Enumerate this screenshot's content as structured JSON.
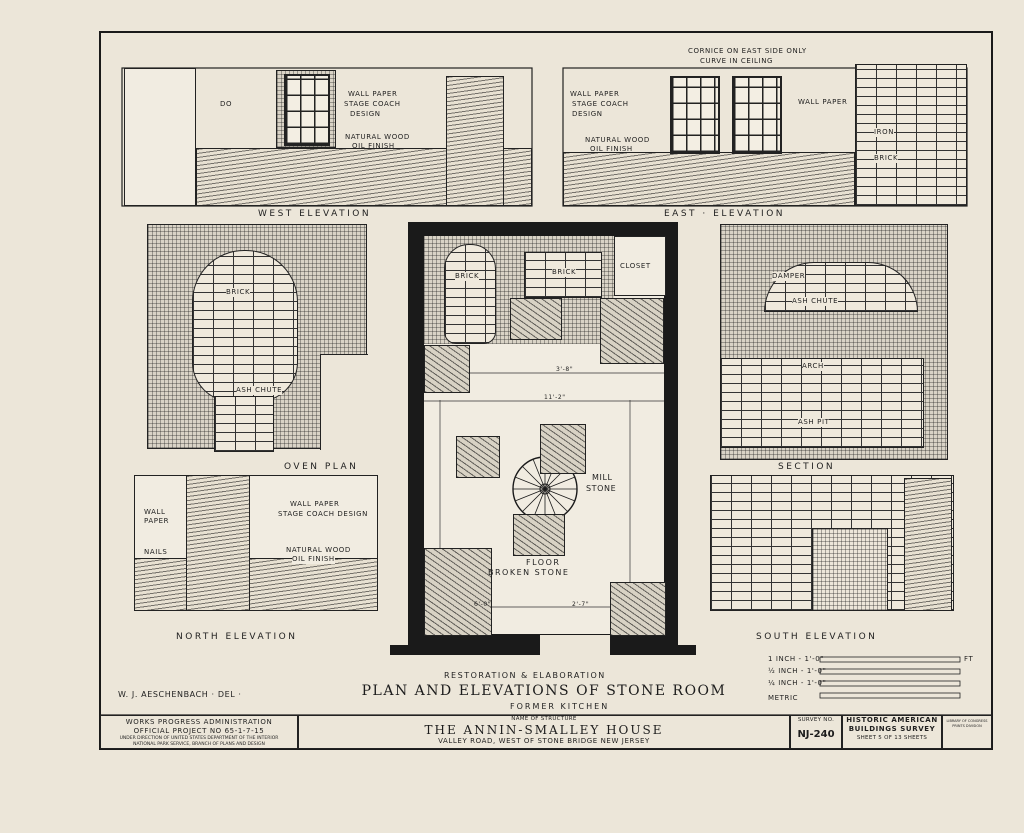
{
  "sheet": {
    "title_prefix": "Restoration & Elaboration",
    "title": "Plan and Elevations of Stone Room",
    "subtitle": "Former Kitchen",
    "drafter": "W. J. Aeschenbach · Del ·"
  },
  "views": {
    "west": {
      "title": "West Elevation",
      "notes": [
        "Do",
        "Wall Paper",
        "Stage Coach",
        "Design",
        "Natural Wood",
        "Oil Finish"
      ]
    },
    "east": {
      "title": "East · Elevation",
      "notes": [
        "Cornice on east side only",
        "Curve in ceiling",
        "Wall Paper",
        "Stage Coach",
        "Design",
        "Natural Wood",
        "Oil Finish",
        "Wall Paper",
        "Iron",
        "Brick"
      ]
    },
    "oven_plan": {
      "title": "Oven Plan",
      "notes": [
        "Brick",
        "Ash Chute"
      ]
    },
    "plan": {
      "notes": [
        "Brick",
        "Brick",
        "Closet",
        "Mill",
        "Stone",
        "Floor",
        "Broken Stone"
      ],
      "dims": [
        "3'-8\"",
        "11'-2\"",
        "6'-0\"",
        "2'-7\""
      ]
    },
    "section": {
      "title": "Section",
      "notes": [
        "Damper",
        "Ash Chute",
        "Arch",
        "Ash Pit"
      ]
    },
    "north": {
      "title": "North Elevation",
      "notes": [
        "Wall",
        "Paper",
        "Nails",
        "Wall Paper",
        "Stage Coach Design",
        "Natural Wood",
        "Oil Finish"
      ]
    },
    "south": {
      "title": "South Elevation"
    }
  },
  "scale": {
    "rows": [
      "1 Inch - 1'-0\"",
      "½ Inch - 1'-0\"",
      "¼ Inch - 1'-0\"",
      "Metric"
    ],
    "unit": "FT"
  },
  "title_block": {
    "agency_line1": "Works Progress Administration",
    "agency_line2": "Official Project  No 65-1-7-15",
    "agency_line3": "Under direction of United States Department of the Interior",
    "agency_line4": "National Park Service, Branch of Plans and Design",
    "name_label": "Name of Structure",
    "house": "The Annin-Smalley House",
    "location": "Valley Road, west of Stone Bridge New Jersey",
    "survey_label": "Survey No.",
    "survey_no": "NJ-240",
    "survey_title_1": "Historic American",
    "survey_title_2": "Buildings Survey",
    "sheet_info": "Sheet 5 of 13 Sheets",
    "library_1": "Library of Congress",
    "library_2": "Prints Division"
  }
}
